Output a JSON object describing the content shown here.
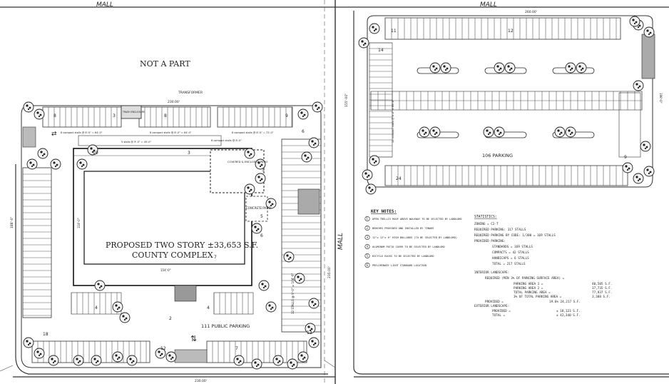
{
  "labels": {
    "mall_top_left": "MALL",
    "mall_top_right": "MALL",
    "mall_middle": "MALL",
    "not_a_part": "NOT A PART",
    "building_title_1": "PROPOSED TWO STORY ±33,653 S.F.",
    "building_title_2": "COUNTY COMPLEX",
    "public_parking": "111 PUBLIC PARKING",
    "east_parking": "106 PARKING",
    "transformer": "TRANSFORMER",
    "covered_patio": "COVERED & ENCLOSED PATIO",
    "concrete_patio": "CONCRETE PATIO",
    "trash_enclosure": "TRASH ENCLOSURE",
    "compact_top_left": "8 compact stalls @ 8'-0\" = 64'-0\"",
    "compact_top_mid": "8 compact stalls @ 8'-0\" = 64'-0\"",
    "compact_top_right": "8 compact stalls @ 8'-0\" = 72'-0\"",
    "compact_row2": "6 compact stalls @ 8'-0\"",
    "stalls_row_bldg": "5 stalls @ 9'-0\" = 45'-0\"",
    "east_row_label": "12 STALLS @ 9'-0\" = 108'-0\"",
    "east_lot_left_label": "11 compact stalls @ 8'-0\" = 88'-0\"",
    "right_lot_dim": "198'-0\""
  },
  "stall_counts": [
    {
      "id": "n8",
      "text": "8"
    },
    {
      "id": "n3a",
      "text": "3"
    },
    {
      "id": "n8b",
      "text": "8"
    },
    {
      "id": "n9",
      "text": "9"
    },
    {
      "id": "n6",
      "text": "6"
    },
    {
      "id": "n10",
      "text": "10"
    },
    {
      "id": "n3b",
      "text": "3"
    },
    {
      "id": "n3c",
      "text": "3"
    },
    {
      "id": "n5",
      "text": "5"
    },
    {
      "id": "n6b",
      "text": "6"
    },
    {
      "id": "n4",
      "text": "4"
    },
    {
      "id": "n4b",
      "text": "4"
    },
    {
      "id": "n2",
      "text": "2"
    },
    {
      "id": "n18",
      "text": "18"
    },
    {
      "id": "n12",
      "text": "12"
    },
    {
      "id": "n7",
      "text": "7"
    },
    {
      "id": "n13",
      "text": "13"
    },
    {
      "id": "n11",
      "text": "11"
    },
    {
      "id": "n12b",
      "text": "12"
    },
    {
      "id": "n14",
      "text": "14"
    },
    {
      "id": "n24",
      "text": "24"
    },
    {
      "id": "n9b",
      "text": "9"
    },
    {
      "id": "n7b",
      "text": "7"
    }
  ],
  "dimensions": {
    "top_width": "230.00'",
    "bottom_width": "230.00'",
    "right_top_width": "260.00'",
    "left_height": "188'-0\"",
    "right_height": "235.00'",
    "right_lot_height": "155'-00\"",
    "inner_width": "154'-0\"",
    "inner_height": "118'-0\""
  },
  "key_notes": {
    "title": "KEY NOTES:",
    "items": [
      {
        "num": "1",
        "text": "OPEN TRELLIS ROOF ABOVE WALKWAY TO BE SELECTED BY LANDLORD"
      },
      {
        "num": "2",
        "text": "BENCHES PROVIDED AND INSTALLED BY TENANT"
      },
      {
        "num": "3",
        "text": "12\"x 12\"x 6\" HIGH BOLLARDS (TO BE SELECTED BY LANDLORD)"
      },
      {
        "num": "4",
        "text": "ALUMINUM PATIO COVER TO BE SELECTED BY LANDLORD"
      },
      {
        "num": "5",
        "text": "BICYCLE RACKS TO BE SELECTED BY LANDLORD"
      },
      {
        "num": "6",
        "text": "PRELIMINARY LIGHT STANDARD LOCATION"
      }
    ]
  },
  "statistics": {
    "title": "STATISTICS:",
    "zoning": "ZONING = C2-T",
    "required_parking": "REQUIRED PARKING:  317 STALLS",
    "required_by_code": "REQUIRED PARKING BY CODE: 1/300 = 169 STALLS",
    "provided_header": "PROVIDED PARKING:",
    "standards": "STANDARDS = 169 STALLS",
    "compacts": "COMPACTS = 42 STALLS",
    "handicaps": "HANDICAPS = 6 STALLS",
    "total": "TOTAL = 217 STALLS",
    "interior_header": "INTERIOR LANDSCAPE:",
    "interior_required": "REQUIRED (MIN 3% OF PARKING SURFACE AREA) =",
    "area1_label": "PARKING AREA 1 =",
    "area1_value": "40,505 S.F.",
    "area2_label": "PARKING AREA 2 =",
    "area2_value": "37,735 S.F.",
    "total_area_label": "TOTAL PARKING AREA =",
    "total_area_value": "77,937 S.F.",
    "pct_label": "3% OF TOTAL PARKING AREA =",
    "pct_value": "3,388 S.F.",
    "provided_label": "PROVIDED =",
    "provided_value": "19.6%  24,217 S.F.",
    "exterior_header": "EXTERIOR LANDSCAPE:",
    "ext_provided_label": "PROVIDED =",
    "ext_provided_value": "± 18,123 S.F.",
    "ext_total_label": "TOTAL =",
    "ext_total_value": "± 42,340 S.F."
  }
}
